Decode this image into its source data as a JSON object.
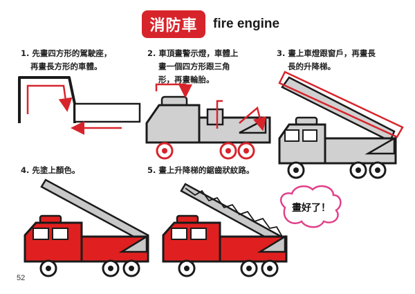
{
  "header": {
    "title_zh": "消防車",
    "title_en": "fire engine"
  },
  "steps": [
    {
      "line1": "1. 先畫四方形的駕駛座，",
      "line2": "再畫長方形的車體。",
      "line3": ""
    },
    {
      "line1": "2. 車頂畫警示燈，車體上",
      "line2": "畫一個四方形跟三角",
      "line3": "形，再畫輪胎。"
    },
    {
      "line1": "3. 畫上車燈跟窗戶，再畫長",
      "line2": "長的升降梯。",
      "line3": ""
    },
    {
      "line1": "4. 先塗上顏色。",
      "line2": "",
      "line3": ""
    },
    {
      "line1": "5. 畫上升降梯的鋸齒狀紋路。",
      "line2": "",
      "line3": ""
    }
  ],
  "bubble": {
    "text": "畫好了！",
    "color": "#e0408a"
  },
  "page_number": "52",
  "colors": {
    "accent": "#d7242b",
    "body_gray": "#cfcfcf",
    "truck_red": "#e02020",
    "outline": "#1a1a1a"
  }
}
